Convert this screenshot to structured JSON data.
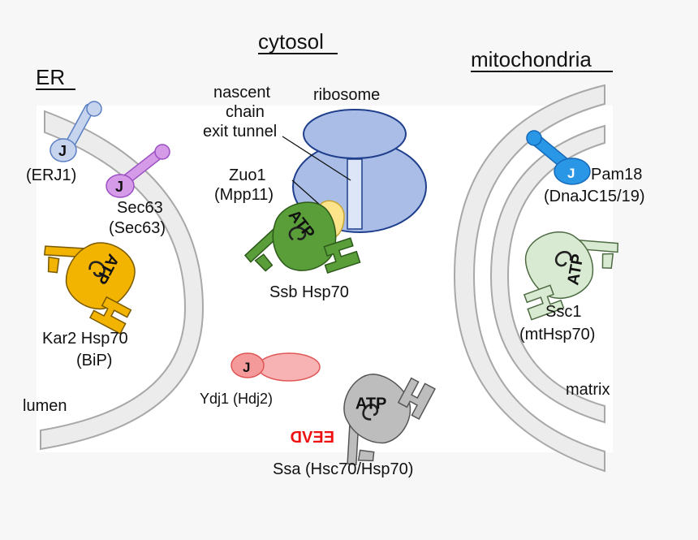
{
  "headers": {
    "er": "ER",
    "cytosol": "cytosol",
    "mitochondria": "mitochondria"
  },
  "labels": {
    "erj1": "(ERJ1)",
    "sec63": "Sec63",
    "sec63_alias": "(Sec63)",
    "kar2": "Kar2 Hsp70",
    "bip": "(BiP)",
    "lumen": "lumen",
    "nascent1": "nascent",
    "nascent2": "chain",
    "nascent3": "exit tunnel",
    "ribosome": "ribosome",
    "zuo1": "Zuo1",
    "mpp11": "(Mpp11)",
    "ssb": "Ssb Hsp70",
    "ydj1": "Ydj1 (Hdj2)",
    "eevd": "EEVD",
    "ssa": "Ssa (Hsc70/Hsp70)",
    "pam18": "Pam18",
    "dnajc": "(DnaJC15/19)",
    "ssc1": "Ssc1",
    "mthsp70": "(mtHsp70)",
    "matrix": "matrix"
  },
  "glyphs": {
    "j": "J",
    "atp": "ATP"
  },
  "colors": {
    "background": "#f7f7f7",
    "panel": "#ffffff",
    "membrane_fill": "#ececec",
    "membrane_stroke": "#a8a8a8",
    "ribosome_fill": "#a9bde6",
    "ribosome_stroke": "#1f3f8c",
    "erj1": "#c6d4ee",
    "sec63": "#d59be8",
    "kar2": "#f2b400",
    "zuo1": "#fde38a",
    "ssb": "#5a9e3a",
    "ydj1": "#f59a9a",
    "ssa": "#bdbdbd",
    "pam18": "#2a96e6",
    "ssc1": "#d9ead2",
    "eevd": "#ee1111"
  }
}
